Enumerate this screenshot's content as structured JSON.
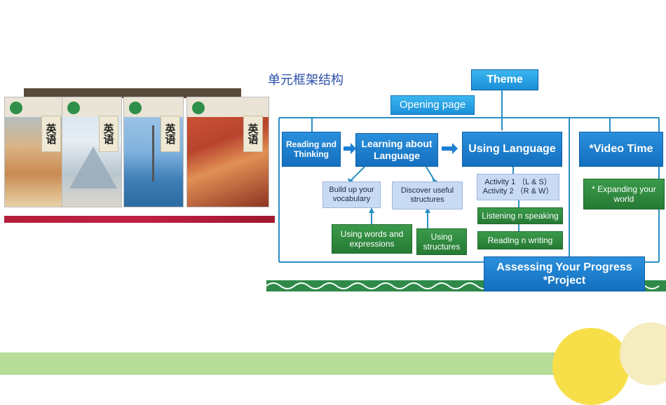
{
  "books": {
    "title": "英语"
  },
  "diagram": {
    "heading": "单元框架结构",
    "nodes": {
      "theme": "Theme",
      "opening_page": "Opening page",
      "reading_thinking": "Reading and Thinking",
      "learning_about_language": "Learning about Language",
      "using_language": "Using Language",
      "video_time": "*Video Time",
      "build_vocab": "Build up your vocabulary",
      "discover_structures": "Discover useful structures",
      "activity_1": "Activity 1 （L & S）",
      "activity_2": "Activity 2 （R & W）",
      "expanding_world": "* Expanding your world",
      "using_words": "Using words and expressions",
      "using_structures": "Using structures",
      "listening_speaking": "Listening n speaking",
      "reading_writing": "Reading n writing",
      "assessing": "Assessing Your Progress",
      "project": "*Project"
    }
  },
  "colors": {
    "blue": "#1a7fd4",
    "green": "#2e8b3e",
    "light_blue": "#c9daf3",
    "bottom_bar": "#b7dd98",
    "yellow": "#f7df4a"
  }
}
